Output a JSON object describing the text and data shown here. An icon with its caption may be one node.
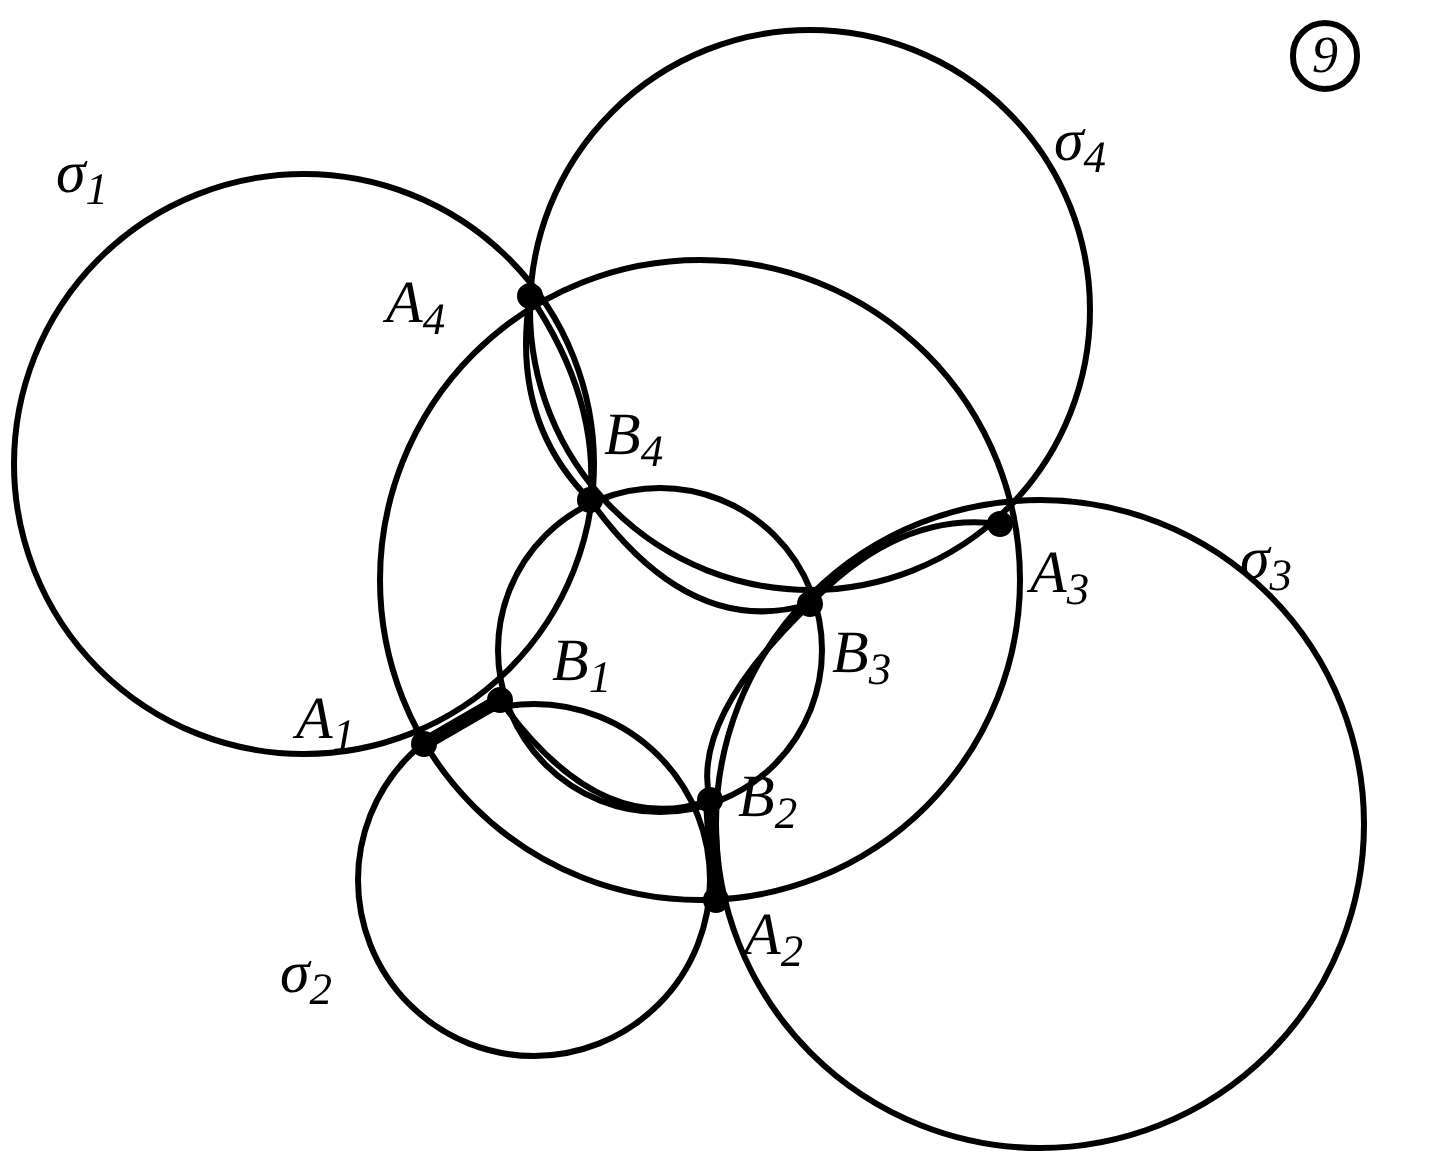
{
  "diagram": {
    "labels": [
      "9",
      "σ$_{1}$",
      "σ$_{4}$",
      "A$_{4}$",
      "B$_{4}$",
      "A$_{3}$",
      "σ$_{3}$",
      "B$_{3}$",
      "B$_{1}$",
      "A$_{1}$",
      "B$_{2}$",
      "A$_{2}$",
      "σ$_{2}$"
    ]
  }
}
